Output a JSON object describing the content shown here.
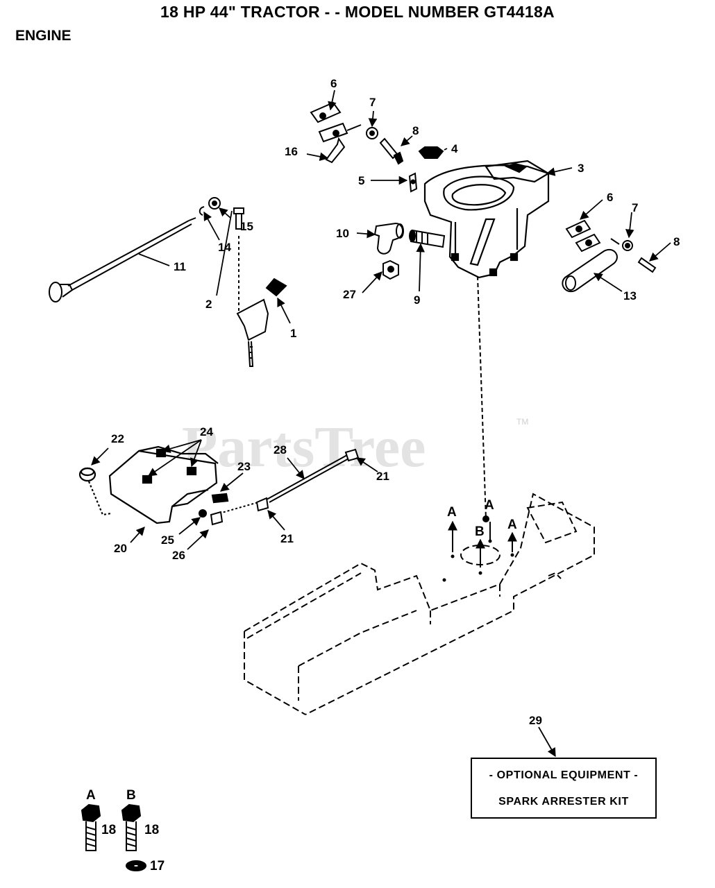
{
  "header": {
    "title": "18 HP 44\" TRACTOR - - MODEL NUMBER GT4418A",
    "section": "ENGINE"
  },
  "watermark": {
    "text": "PartsTree",
    "trademark": "TM"
  },
  "callouts": {
    "c1": "1",
    "c2": "2",
    "c3": "3",
    "c4": "4",
    "c5": "5",
    "c6a": "6",
    "c6b": "6",
    "c7a": "7",
    "c7b": "7",
    "c8a": "8",
    "c8b": "8",
    "c9": "9",
    "c10": "10",
    "c11": "11",
    "c13": "13",
    "c14": "14",
    "c15": "15",
    "c16": "16",
    "c20": "20",
    "c21a": "21",
    "c21b": "21",
    "c22": "22",
    "c23": "23",
    "c24": "24",
    "c25": "25",
    "c26": "26",
    "c27": "27",
    "c28": "28",
    "c29": "29"
  },
  "markers": {
    "a1": "A",
    "a2": "A",
    "a3": "A",
    "b1": "B"
  },
  "legend": {
    "a_label": "A",
    "b_label": "B",
    "a_part": "18",
    "b_part": "18",
    "washer_part": "17"
  },
  "optional_box": {
    "line1": "- OPTIONAL EQUIPMENT -",
    "line2": "SPARK ARRESTER KIT"
  },
  "colors": {
    "ink": "#000000",
    "watermark": "#e3e3e3",
    "background": "#ffffff"
  }
}
